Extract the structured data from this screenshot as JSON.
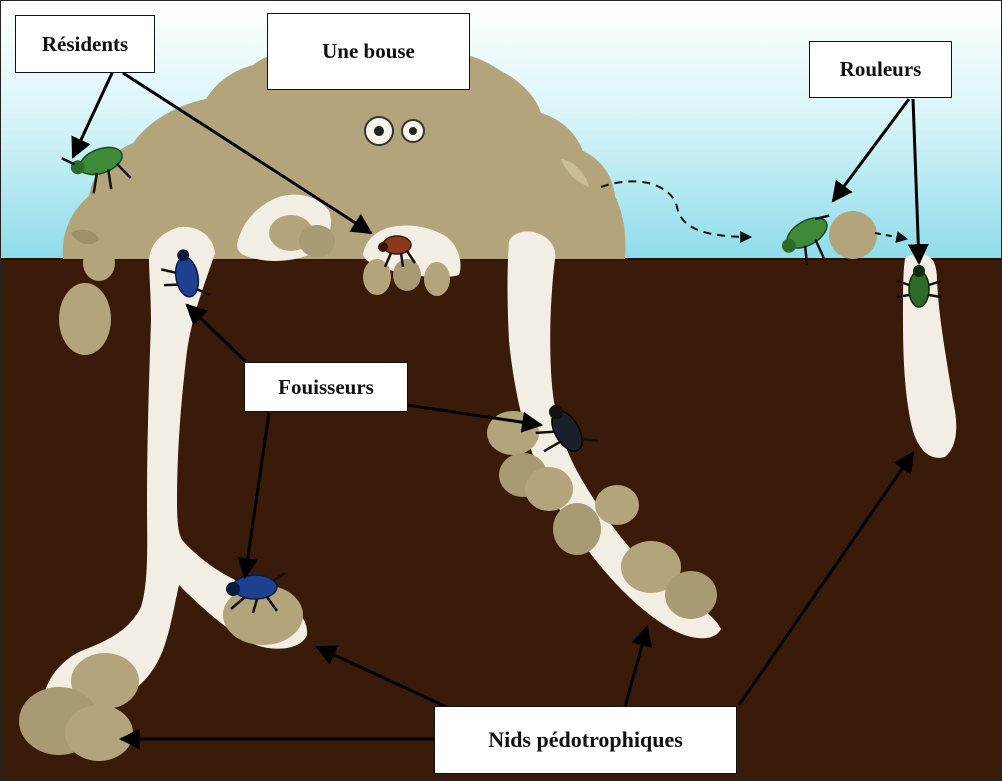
{
  "labels": {
    "residents": "Résidents",
    "dung": "Une bouse",
    "rollers": "Rouleurs",
    "burrowers": "Fouisseurs",
    "nests": "Nids pédotrophiques"
  },
  "colors": {
    "sky": "#bfeef6",
    "soil": "#3a1a08",
    "dung": "#b3a47b",
    "tunnel": "#f2eee4",
    "resident_beetle": "#3d8a3a",
    "roller_beetle": "#3d8a3a",
    "burrower_beetle": "#1f3f8f",
    "brown_beetle": "#8a3a1a"
  }
}
